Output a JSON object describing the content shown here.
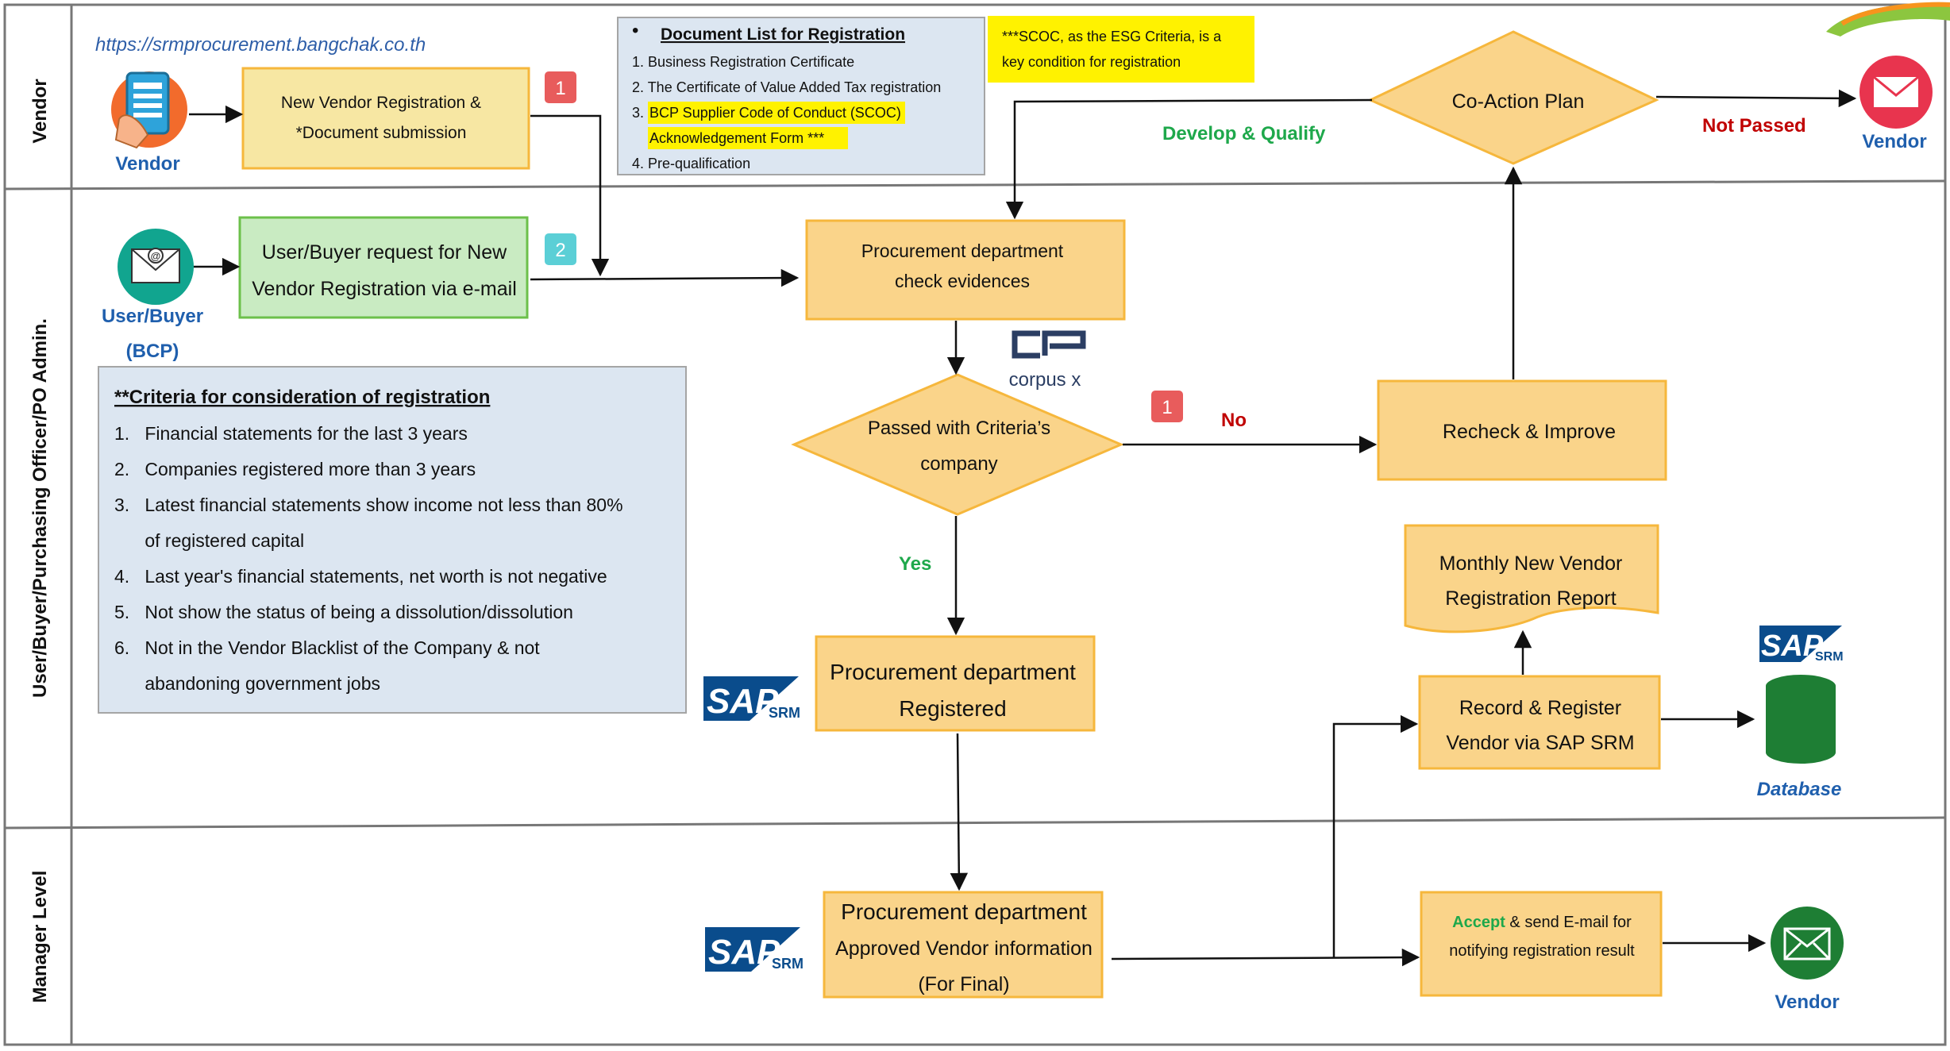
{
  "lanes": [
    {
      "label": "Vendor"
    },
    {
      "label": "User/Buyer/Purchasing Officer/PO Admin."
    },
    {
      "label": "Manager Level"
    }
  ],
  "url": "https://srmprocurement.bangchak.co.th",
  "actors": {
    "vendor_top": "Vendor",
    "user_buyer_line1": "User/Buyer",
    "user_buyer_line2": "(BCP)",
    "vendor_right": "Vendor",
    "vendor_bottom": "Vendor",
    "database": "Database"
  },
  "steps": {
    "new_vendor": [
      "New Vendor Registration &",
      "*Document submission"
    ],
    "user_request": [
      "User/Buyer request for New",
      "Vendor Registration via e-mail"
    ],
    "check": [
      "Procurement department",
      "check evidences"
    ],
    "passed": [
      "Passed with Criteria’s",
      "company"
    ],
    "recheck": "Recheck & Improve",
    "coaction": "Co-Action Plan",
    "registered": [
      "Procurement department",
      "Registered"
    ],
    "approved": [
      "Procurement department",
      "Approved Vendor information",
      "(For Final)"
    ],
    "record": [
      "Record & Register",
      "Vendor via SAP SRM"
    ],
    "report": [
      "Monthly New Vendor",
      "Registration Report"
    ],
    "accept_word": "Accept",
    "accept_rest": " & send E-mail for",
    "accept_line2": "notifying registration result"
  },
  "badges": {
    "one": "1",
    "two": "2"
  },
  "edge_labels": {
    "no": "No",
    "yes": "Yes",
    "develop": "Develop & Qualify",
    "not_passed": "Not Passed"
  },
  "doc_list": {
    "bullet": "•",
    "title": "Document  List for Registration",
    "items": [
      "1. Business Registration Certificate",
      "2. The Certificate of Value Added Tax registration",
      "3.",
      "4. Pre-qualification"
    ],
    "item3_highlight_line1": "BCP Supplier Code of Conduct (SCOC)",
    "item3_highlight_line2": "Acknowledgement Form ***"
  },
  "note": [
    "***SCOC, as the ESG Criteria, is a",
    "key condition for registration"
  ],
  "criteria": {
    "title": "**Criteria for consideration of registration",
    "lines": [
      "1.   Financial statements for the last 3 years",
      "2.   Companies registered more than 3 years",
      "3.   Latest financial statements show income not less than 80%",
      "      of registered capital",
      "4.   Last year's financial statements, net worth is not negative",
      "5.   Not show the status of being a dissolution/dissolution",
      "6.   Not in the Vendor Blacklist of the Company & not",
      "      abandoning government jobs"
    ]
  },
  "logos": {
    "sap": "SAP",
    "srm": "SRM",
    "corpus": "corpus x"
  },
  "colors": {
    "orange_fill": "#FAD48A",
    "orange_border": "#F6B73C",
    "green_fill": "#C9EBC2",
    "green_border": "#6CC04A",
    "yellow_fill": "#F7E7A3",
    "note_yellow": "#FFF200",
    "panel_blue": "#DCE6F1",
    "badge_red": "#E85C5C",
    "badge_teal": "#5BCFD6",
    "label_green": "#1EA84B",
    "label_red": "#C00000",
    "actor_blue": "#1F5FAD",
    "sap_blue": "#0A4C8C"
  }
}
